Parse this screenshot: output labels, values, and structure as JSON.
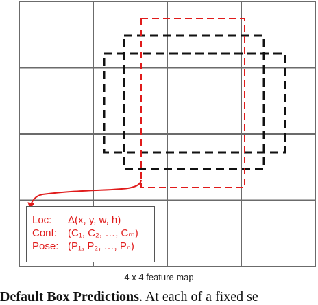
{
  "grid": {
    "rows": 4,
    "cols": 4,
    "line_color": "#6b6b6b"
  },
  "default_box_color": "#111111",
  "selected_box_color": "#e01b1b",
  "prediction": {
    "rows": [
      {
        "key": "Loc:",
        "value": "Δ(x, y, w, h)"
      },
      {
        "key": "Conf:",
        "value": "(C₁, C₂, …, Cₘ)"
      },
      {
        "key": "Pose:",
        "value": "(P₁, P₂, …, Pₙ)"
      }
    ]
  },
  "caption": "4 x 4 feature map",
  "bottom_text": {
    "bold": "Default Box Predictions",
    "rest": ". At each of a fixed se"
  }
}
